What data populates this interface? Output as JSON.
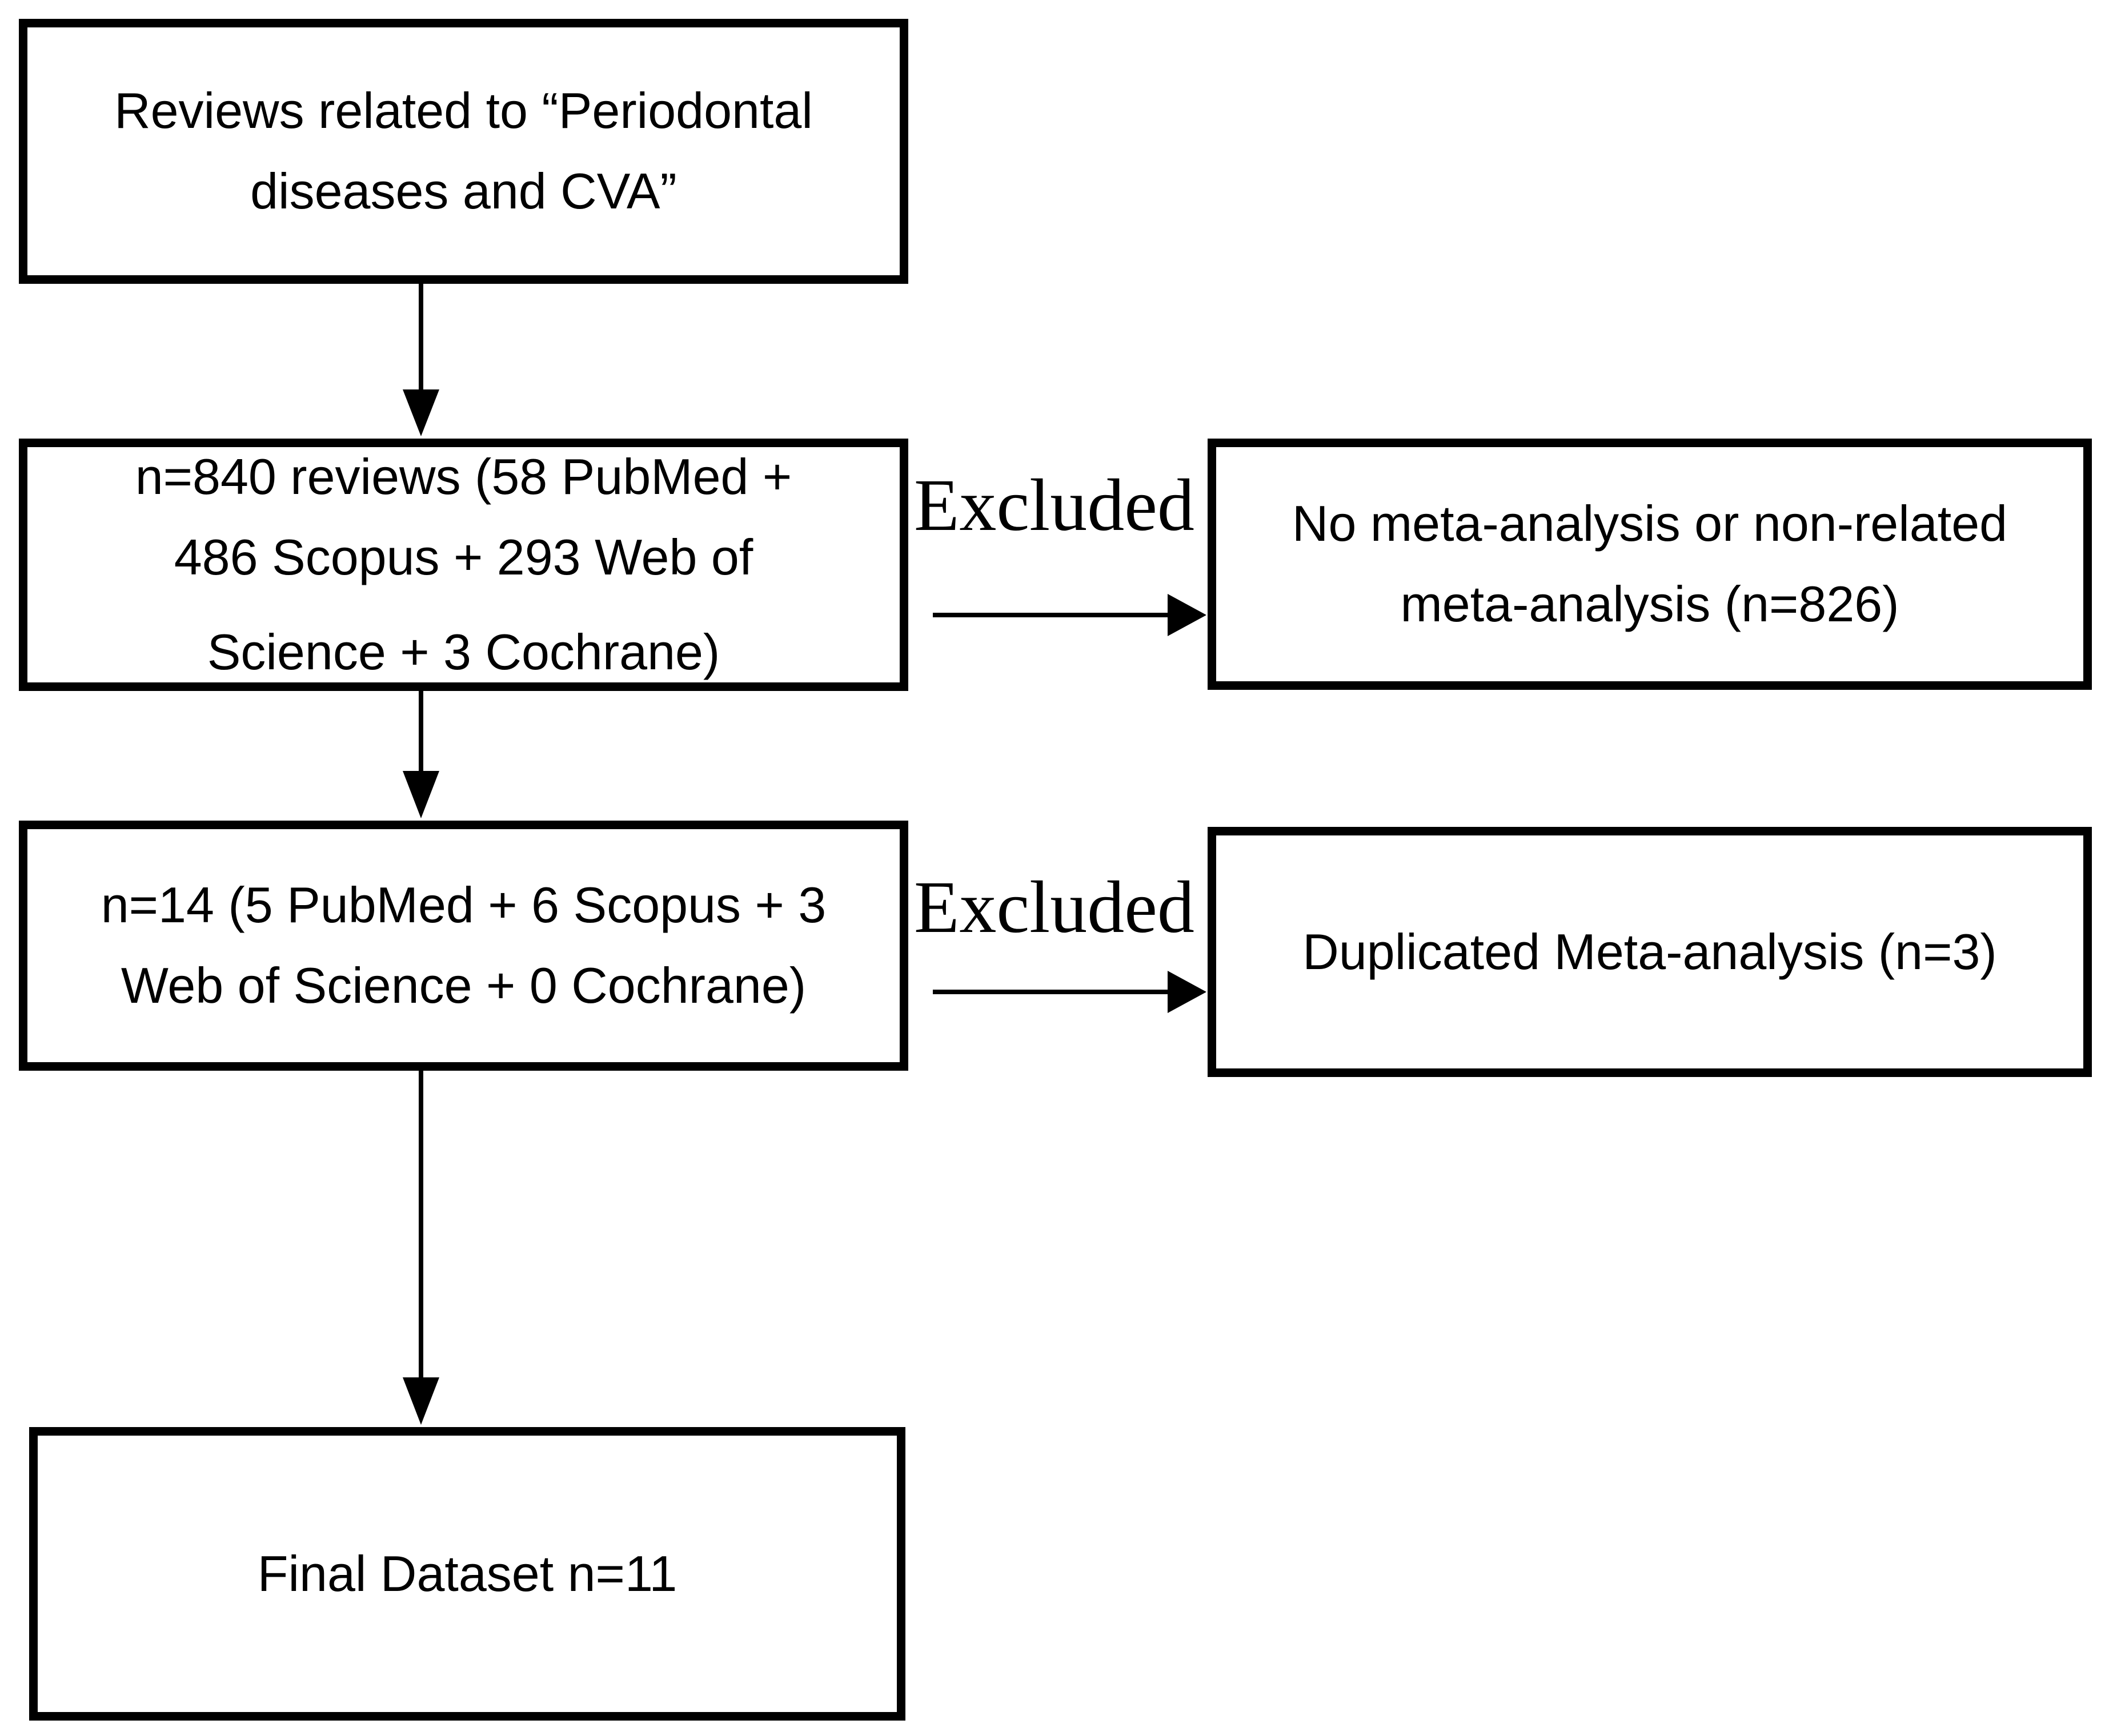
{
  "diagram": {
    "background_color": "#ffffff",
    "line_color": "#000000",
    "text_color": "#000000",
    "boxes": {
      "initial": {
        "lines": [
          "Reviews related to “Periodontal",
          "diseases and CVA”"
        ]
      },
      "identified": {
        "lines": [
          "n=840 reviews (58 PubMed +",
          "486 Scopus + 293 Web of",
          "Science + 3 Cochrane)"
        ]
      },
      "excluded_no_meta": {
        "lines": [
          "No meta-analysis or non-related",
          "meta-analysis (n=826)"
        ]
      },
      "screened": {
        "lines": [
          "n=14 (5 PubMed + 6 Scopus + 3",
          "Web of Science + 0 Cochrane)"
        ]
      },
      "excluded_duplicated": {
        "lines": [
          "Duplicated Meta-analysis (n=3)"
        ]
      },
      "final": {
        "lines": [
          "Final Dataset n=11"
        ]
      }
    },
    "labels": {
      "excluded_top": "Excluded",
      "excluded_bottom": "Excluded"
    }
  }
}
